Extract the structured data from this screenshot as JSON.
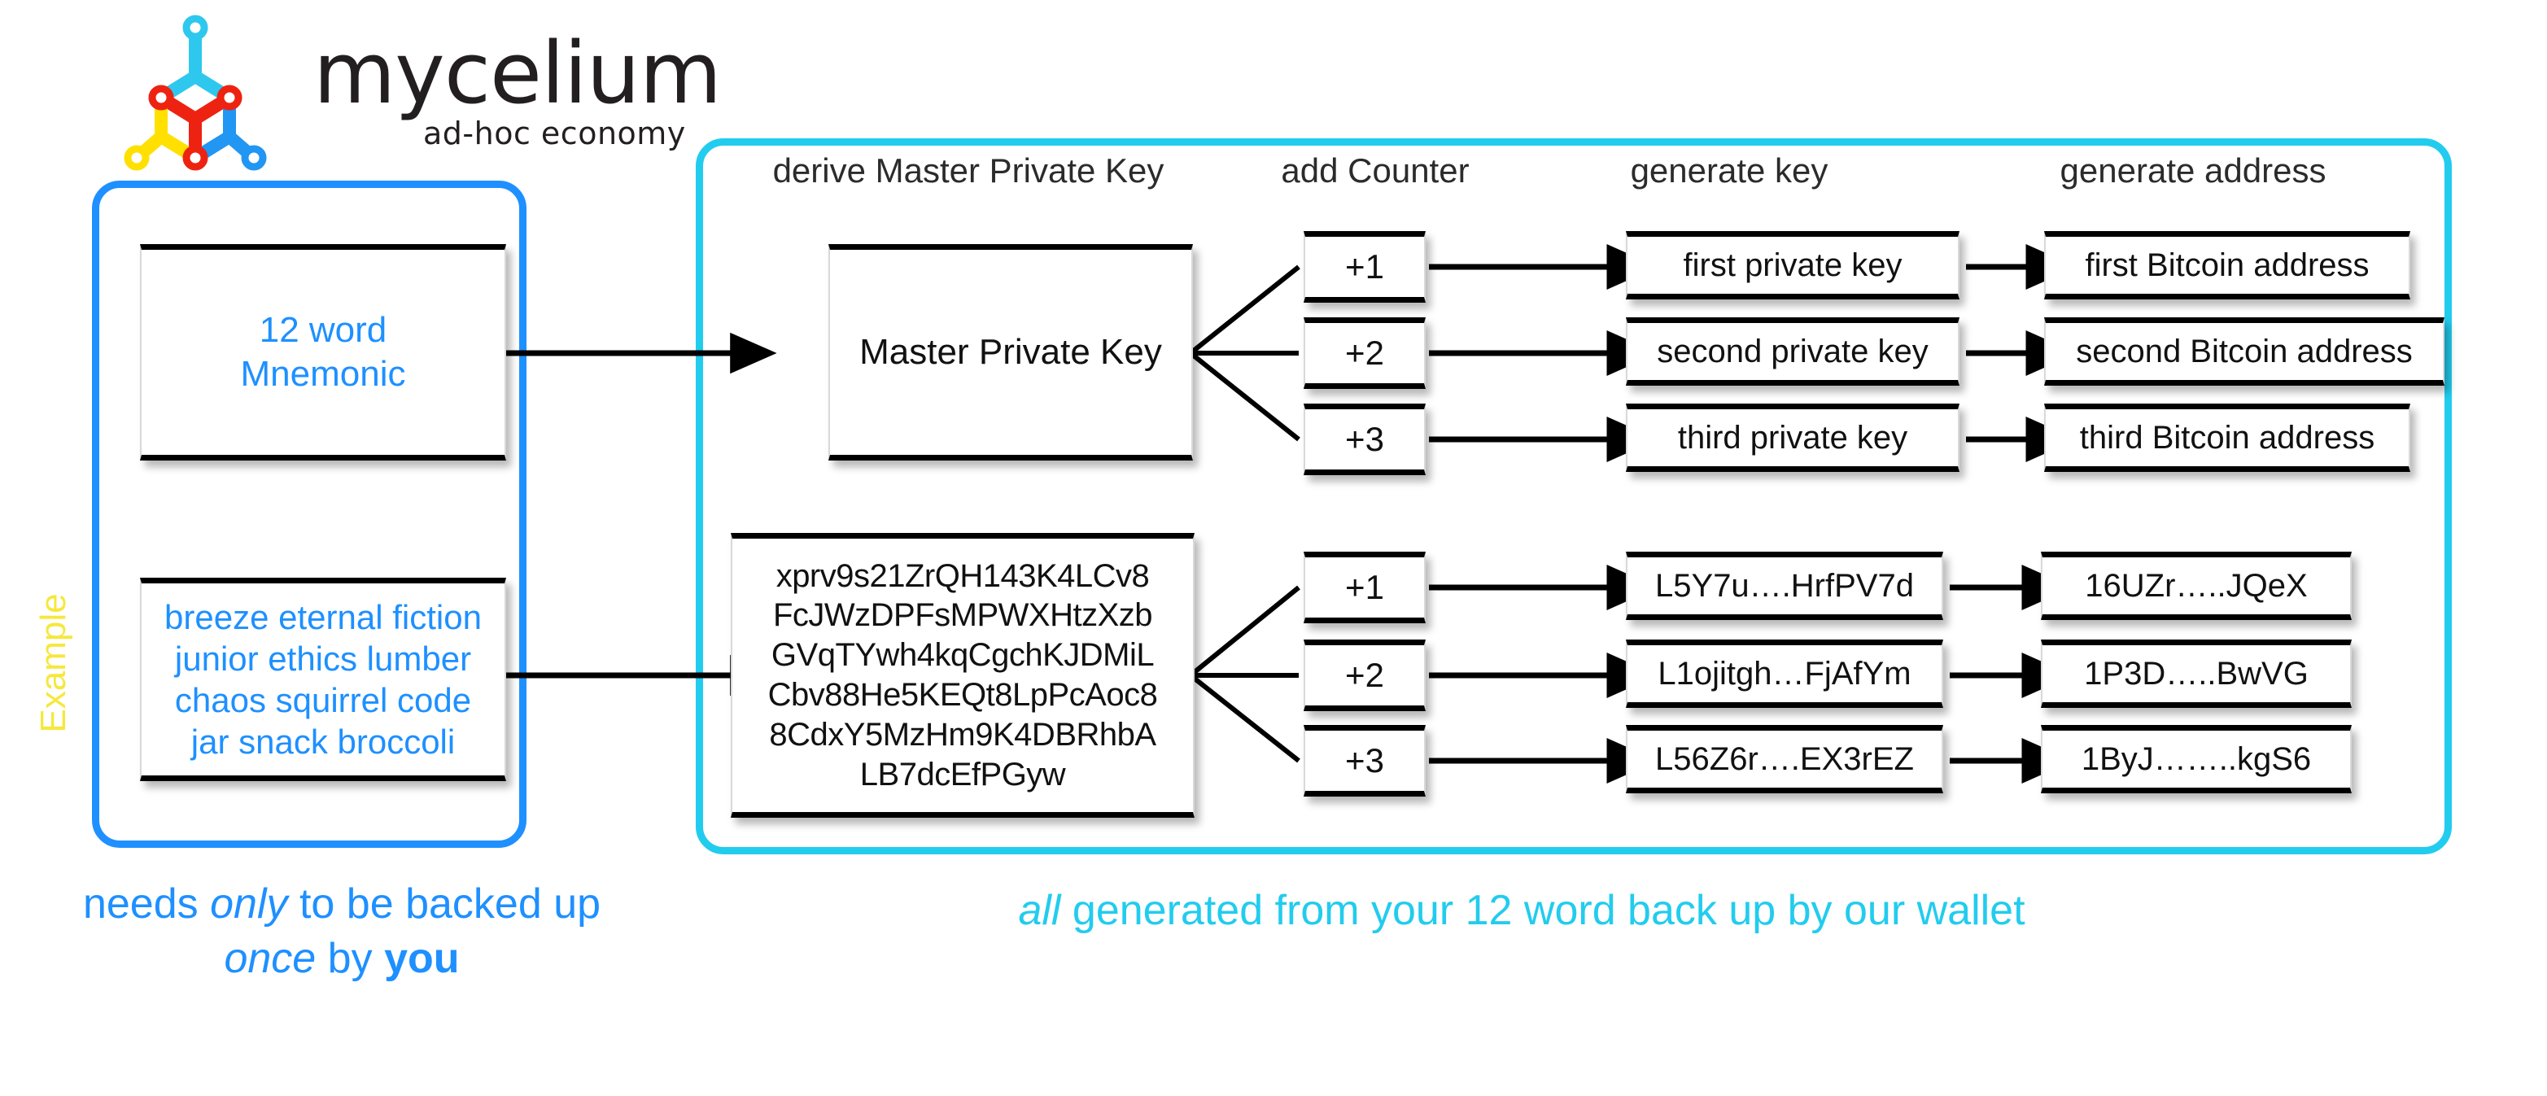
{
  "brand": {
    "name": "mycelium",
    "tagline": "ad-hoc economy",
    "logo_icon": "mycelium-node-lattice-icon",
    "logo_colors": {
      "cyan": "#2ec8ef",
      "red": "#ee2211",
      "yellow": "#ffe000",
      "blue": "#2196f3",
      "wordmark": "#231f20"
    }
  },
  "colors": {
    "panel_left_border": "#1e90ff",
    "panel_right_border": "#22ccee",
    "example_label": "#f5e83c",
    "box_text": "#111111",
    "blue_text": "#1e90ff",
    "cyan_text": "#22ccee"
  },
  "left_panel": {
    "side_label": "Example",
    "mnemonic_box": {
      "line1": "12 word",
      "line2": "Mnemonic"
    },
    "example_words_box": {
      "line1": "breeze eternal fiction",
      "line2": "junior ethics lumber",
      "line3": "chaos squirrel code",
      "line4": "jar snack broccoli"
    }
  },
  "right_panel": {
    "headers": [
      {
        "label": "derive Master Private Key"
      },
      {
        "label": "add Counter"
      },
      {
        "label": "generate key"
      },
      {
        "label": "generate address"
      }
    ],
    "top_row": {
      "master_key_box": "Master Private Key",
      "counters": [
        "+1",
        "+2",
        "+3"
      ],
      "keys": [
        "first private key",
        "second private key",
        "third private key"
      ],
      "addresses": [
        "first Bitcoin address",
        "second Bitcoin address",
        "third Bitcoin address"
      ]
    },
    "bottom_row": {
      "master_key_box": "xprv9s21ZrQH143K4LCv8FcJWzDPFsMPWXHtzXzbGVqTYwh4kqCgchKJDMiLCbv88He5KEQt8LpPcAoc88CdxY5MzHm9K4DBRhbALB7dcEfPGyw",
      "master_key_lines": [
        "xprv9s21ZrQH143K4LCv8",
        "FcJWzDPFsMPWXHtzXzb",
        "GVqTYwh4kqCgchKJDMiL",
        "Cbv88He5KEQt8LpPcAoc8",
        "8CdxY5MzHm9K4DBRhbA",
        "LB7dcEfPGyw"
      ],
      "counters": [
        "+1",
        "+2",
        "+3"
      ],
      "keys": [
        "L5Y7u….HrfPV7d",
        "L1ojitgh…FjAfYm",
        "L56Z6r….EX3rEZ"
      ],
      "addresses": [
        "16UZr…..JQeX",
        "1P3D…..BwVG",
        "1ByJ……..kgS6"
      ]
    }
  },
  "captions": {
    "left": {
      "part1": "needs ",
      "italic1": "only",
      "part2": " to be backed up",
      "italic2": "once",
      "part3": " by ",
      "bold1": "you"
    },
    "right": {
      "italic1": "all",
      "part1": " generated from your 12 word back up by our wallet"
    }
  }
}
